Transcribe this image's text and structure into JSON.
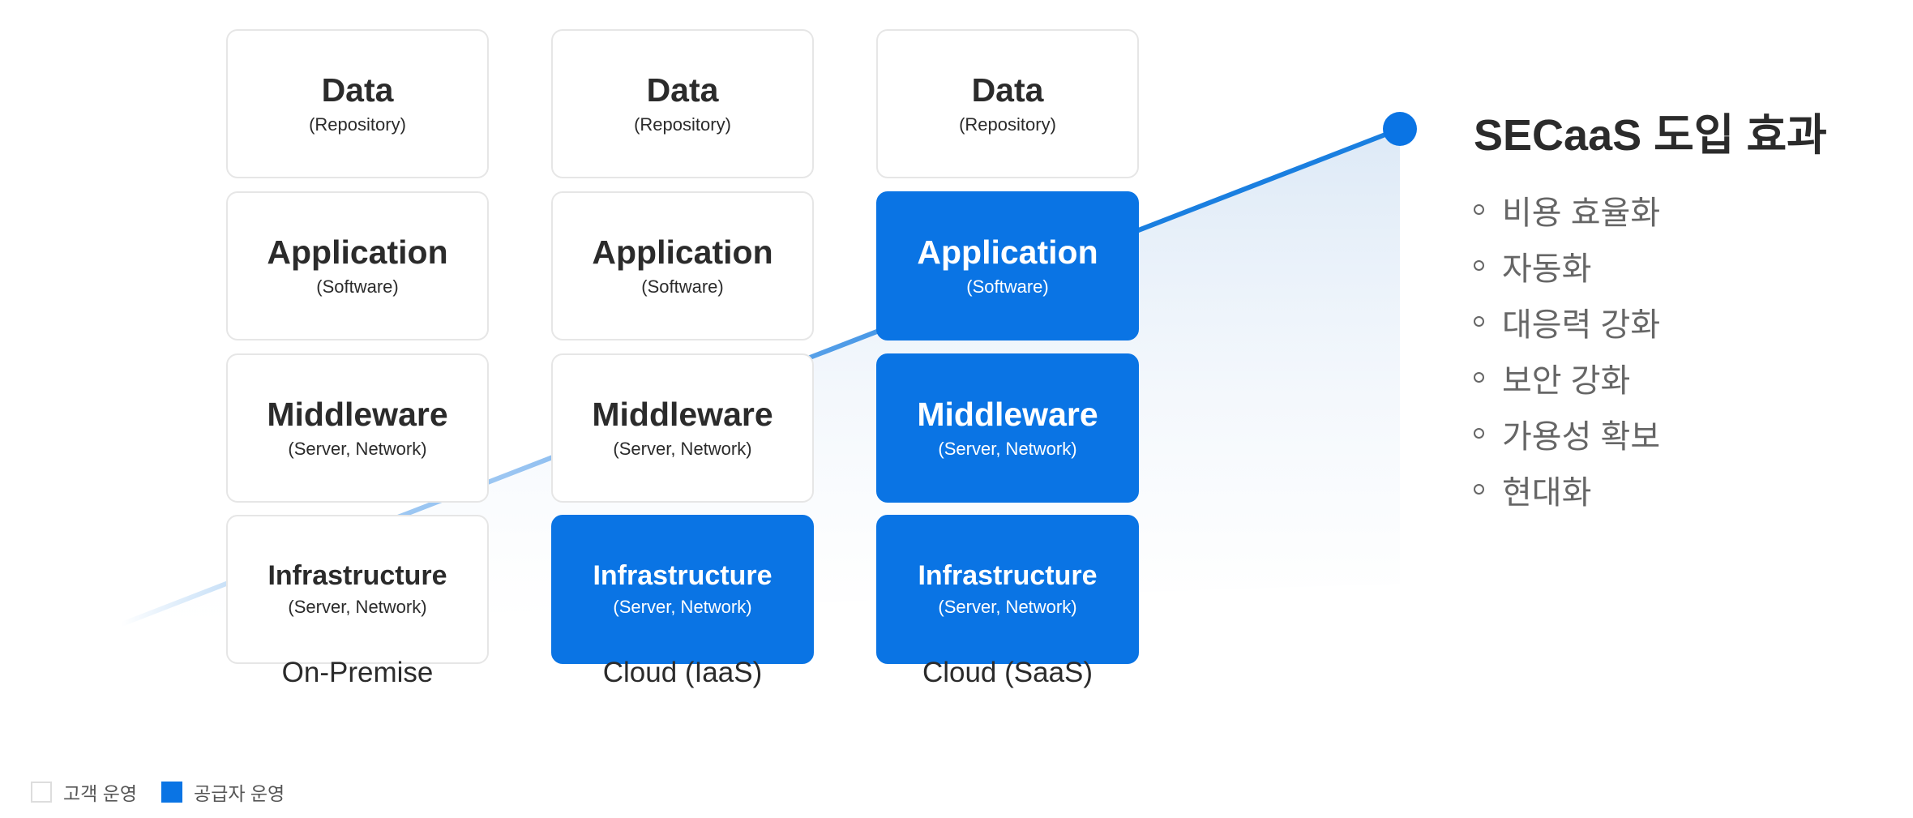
{
  "columns": [
    {
      "label": "On-Premise",
      "layers": [
        {
          "title": "Data",
          "sub": "(Repository)",
          "operator": "customer"
        },
        {
          "title": "Application",
          "sub": "(Software)",
          "operator": "customer"
        },
        {
          "title": "Middleware",
          "sub": "(Server, Network)",
          "operator": "customer"
        },
        {
          "title": "Infrastructure",
          "sub": "(Server, Network)",
          "operator": "customer"
        }
      ]
    },
    {
      "label": "Cloud (IaaS)",
      "layers": [
        {
          "title": "Data",
          "sub": "(Repository)",
          "operator": "customer"
        },
        {
          "title": "Application",
          "sub": "(Software)",
          "operator": "customer"
        },
        {
          "title": "Middleware",
          "sub": "(Server, Network)",
          "operator": "customer"
        },
        {
          "title": "Infrastructure",
          "sub": "(Server, Network)",
          "operator": "provider"
        }
      ]
    },
    {
      "label": "Cloud (SaaS)",
      "layers": [
        {
          "title": "Data",
          "sub": "(Repository)",
          "operator": "customer"
        },
        {
          "title": "Application",
          "sub": "(Software)",
          "operator": "provider"
        },
        {
          "title": "Middleware",
          "sub": "(Server, Network)",
          "operator": "provider"
        },
        {
          "title": "Infrastructure",
          "sub": "(Server, Network)",
          "operator": "provider"
        }
      ]
    }
  ],
  "side": {
    "title": "SECaaS 도입 효과",
    "benefits": [
      "비용 효율화",
      "자동화",
      "대응력 강화",
      "보안 강화",
      "가용성 확보",
      "현대화"
    ]
  },
  "legend": {
    "customer": "고객 운영",
    "provider": "공급자 운영"
  },
  "colors": {
    "provider": "#0a74e4",
    "customer_border": "#e6e6e6",
    "trend_line": "#1a7fe0"
  }
}
